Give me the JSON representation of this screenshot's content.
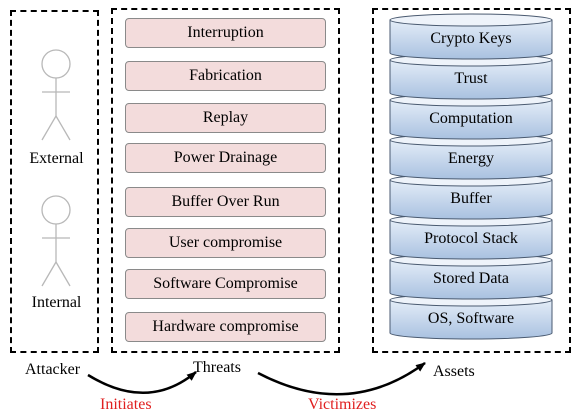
{
  "attacker": {
    "label": "Attacker",
    "actors": [
      {
        "label": "External"
      },
      {
        "label": "Internal"
      }
    ]
  },
  "threats": {
    "label": "Threats",
    "items": [
      "Interruption",
      "Fabrication",
      "Replay",
      "Power Drainage",
      "Buffer Over Run",
      "User compromise",
      "Software Compromise",
      "Hardware compromise"
    ]
  },
  "assets": {
    "label": "Assets",
    "items": [
      "Crypto Keys",
      "Trust",
      "Computation",
      "Energy",
      "Buffer",
      "Protocol Stack",
      "Stored Data",
      "OS, Software"
    ]
  },
  "relations": {
    "initiates": "Initiates",
    "victimizes": "Victimizes"
  },
  "colors": {
    "threat_fill": "#f3dcdc",
    "asset_fill_top": "#e4edf8",
    "asset_fill_bottom": "#a9c1e0",
    "relation_text": "#e02020"
  }
}
